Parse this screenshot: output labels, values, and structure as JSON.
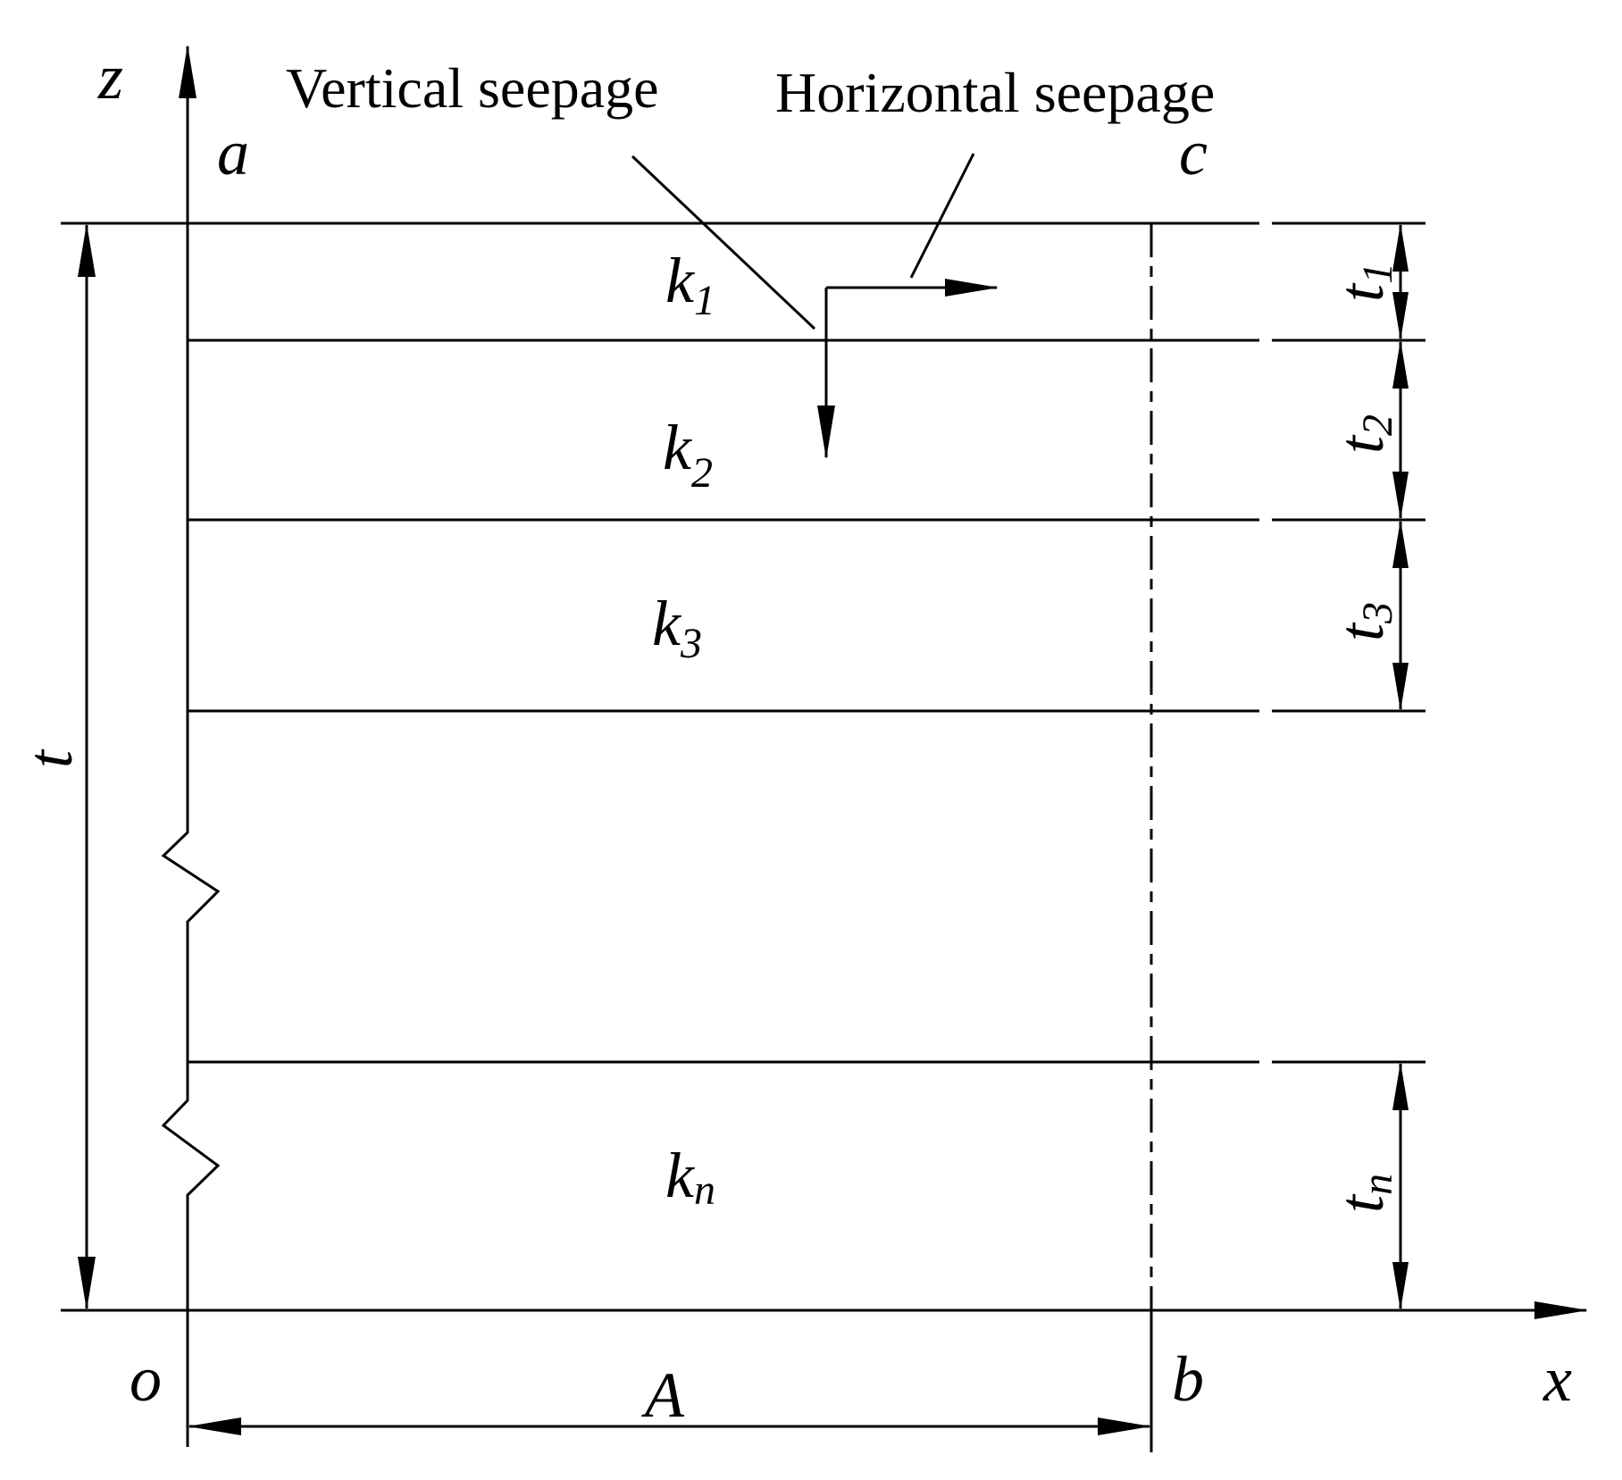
{
  "labels": {
    "vertical_seepage": "Vertical seepage",
    "horizontal_seepage": "Horizontal seepage"
  },
  "axes": {
    "z": "z",
    "x": "x"
  },
  "points": {
    "a": "a",
    "c": "c",
    "o": "o",
    "b": "b"
  },
  "dimensions": {
    "total_thickness": "t",
    "width": "A"
  },
  "layers": [
    {
      "k_main": "k",
      "k_sub": "1",
      "t_main": "t",
      "t_sub": "1"
    },
    {
      "k_main": "k",
      "k_sub": "2",
      "t_main": "t",
      "t_sub": "2"
    },
    {
      "k_main": "k",
      "k_sub": "3",
      "t_main": "t",
      "t_sub": "3"
    },
    {
      "k_main": "k",
      "k_sub": "n",
      "t_main": "t",
      "t_sub": "n"
    }
  ]
}
